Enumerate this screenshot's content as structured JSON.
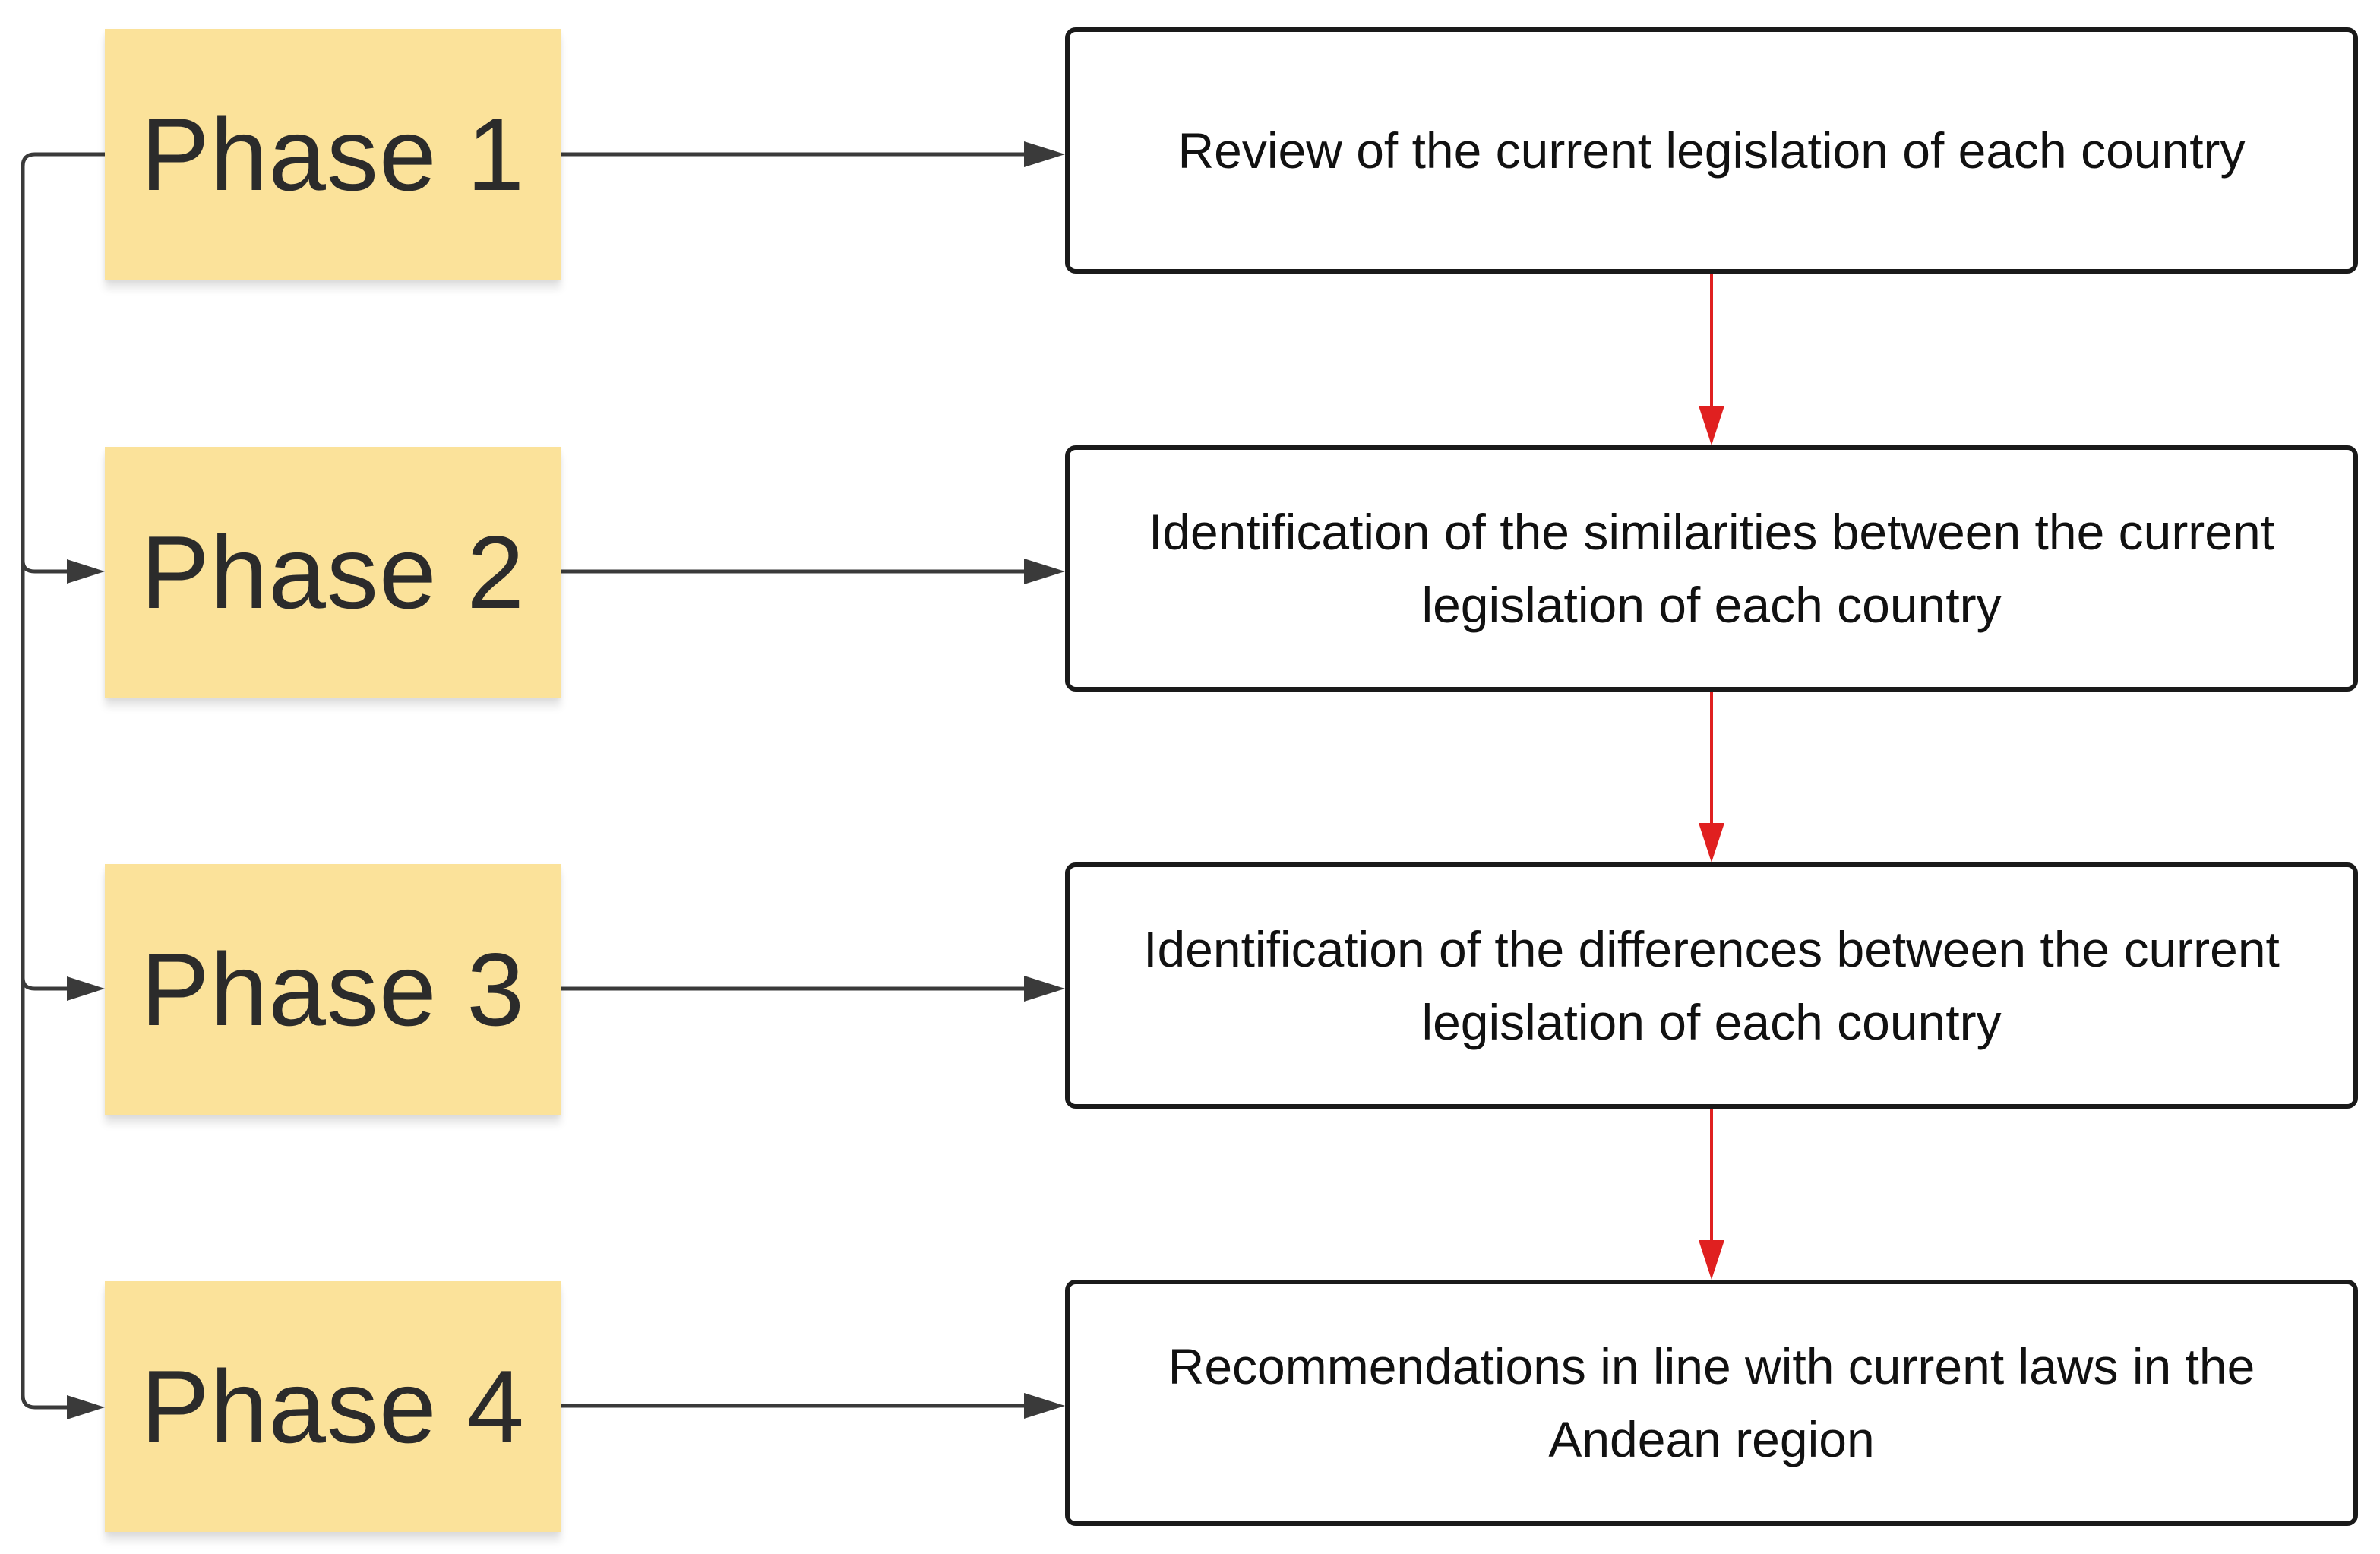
{
  "phases": [
    {
      "label": "Phase 1"
    },
    {
      "label": "Phase 2"
    },
    {
      "label": "Phase 3"
    },
    {
      "label": "Phase 4"
    }
  ],
  "steps": [
    {
      "text": "Review of the current legislation of each country"
    },
    {
      "text": "Identification of the similarities between the current legislation of each country"
    },
    {
      "text": "Identification of the differences between the current legislation of each country"
    },
    {
      "text": "Recommendations in line with current laws in the Andean region"
    }
  ],
  "colors": {
    "phase_fill": "#fbe29a",
    "box_border": "#1a1a1a",
    "connector": "#3a3a3a",
    "step_arrow": "#e02020"
  }
}
